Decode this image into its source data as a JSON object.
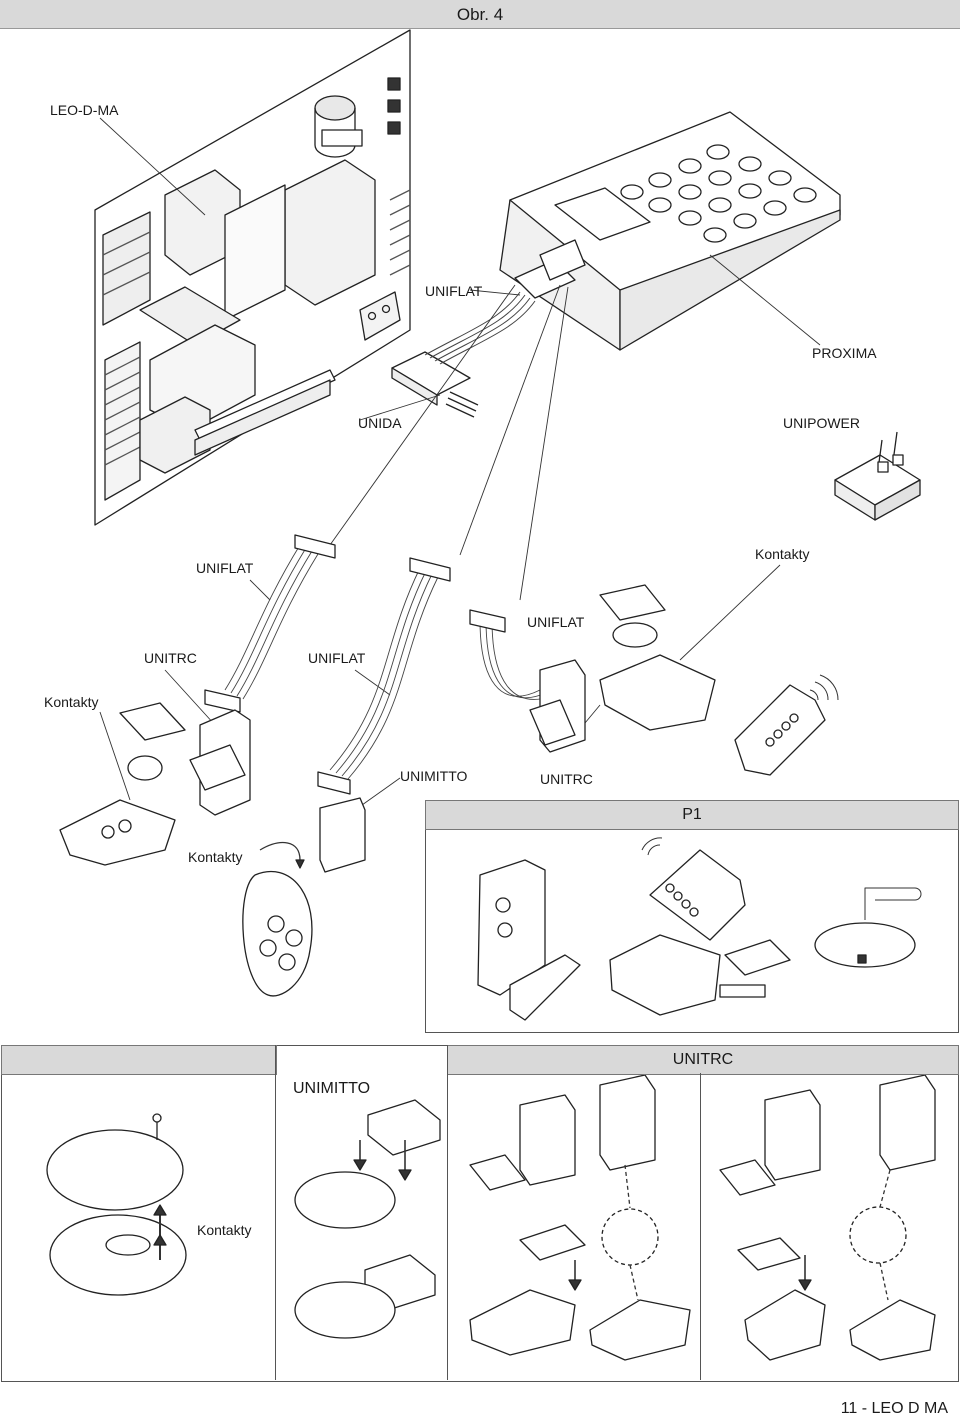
{
  "figure_title": "Obr. 4",
  "labels": {
    "leo_d_ma": "LEO-D-MA",
    "uniflat_top": "UNIFLAT",
    "proxima": "PROXIMA",
    "unida": "UNIDA",
    "unipower": "UNIPOWER",
    "uniflat_left": "UNIFLAT",
    "kontakty_top": "Kontakty",
    "uniflat_mid": "UNIFLAT",
    "unitrc_left": "UNITRC",
    "uniflat_cable2": "UNIFLAT",
    "kontakty_left": "Kontakty",
    "unimitto_mid": "UNIMITTO",
    "unitrc_mid": "UNITRC",
    "kontakty_lower": "Kontakty",
    "kontakty_bottom": "Kontakty"
  },
  "panels": {
    "p1_title": "P1",
    "unitrc_title": "UNITRC",
    "unimitto_title": "UNIMITTO"
  },
  "footer": "11 - LEO D MA"
}
